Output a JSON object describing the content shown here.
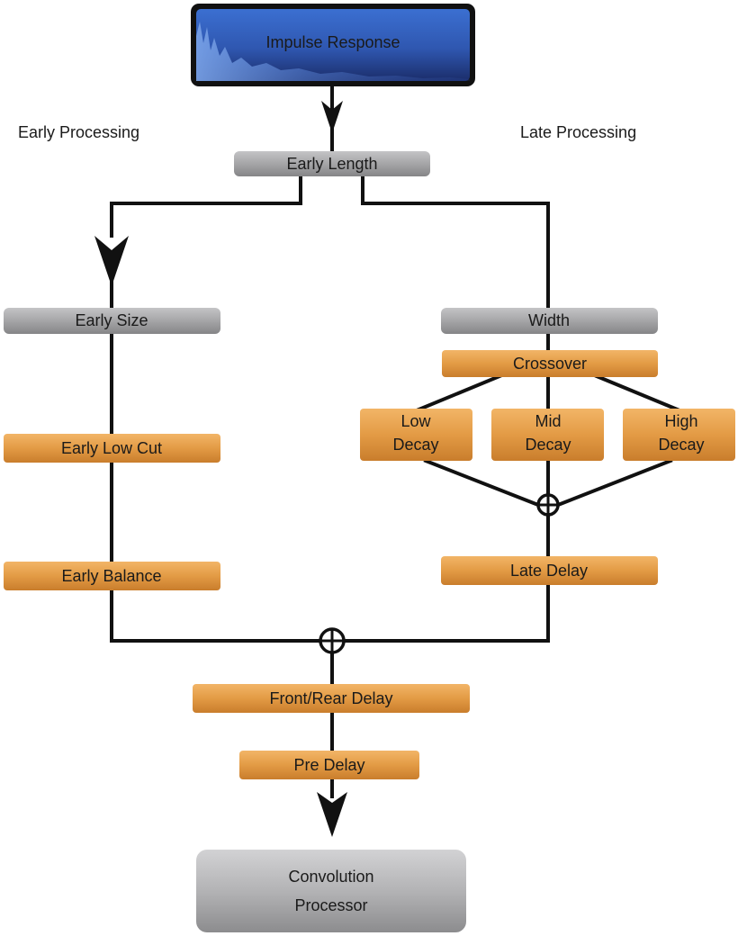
{
  "diagram": {
    "title_box": "Impulse Response",
    "section_labels": {
      "early": "Early Processing",
      "late": "Late Processing"
    },
    "nodes": {
      "early_length": "Early Length",
      "early_size": "Early Size",
      "early_low_cut": "Early Low Cut",
      "early_balance": "Early Balance",
      "width": "Width",
      "crossover": "Crossover",
      "low_decay": [
        "Low",
        "Decay"
      ],
      "mid_decay": [
        "Mid",
        "Decay"
      ],
      "high_decay": [
        "High",
        "Decay"
      ],
      "late_delay": "Late Delay",
      "front_rear_delay": "Front/Rear Delay",
      "pre_delay": "Pre Delay",
      "convolution_processor": [
        "Convolution",
        "Processor"
      ]
    },
    "colors": {
      "orange": "#e19a45",
      "gray": "#a4a4a6",
      "blue": "#3a64c4",
      "line": "#111111"
    }
  }
}
